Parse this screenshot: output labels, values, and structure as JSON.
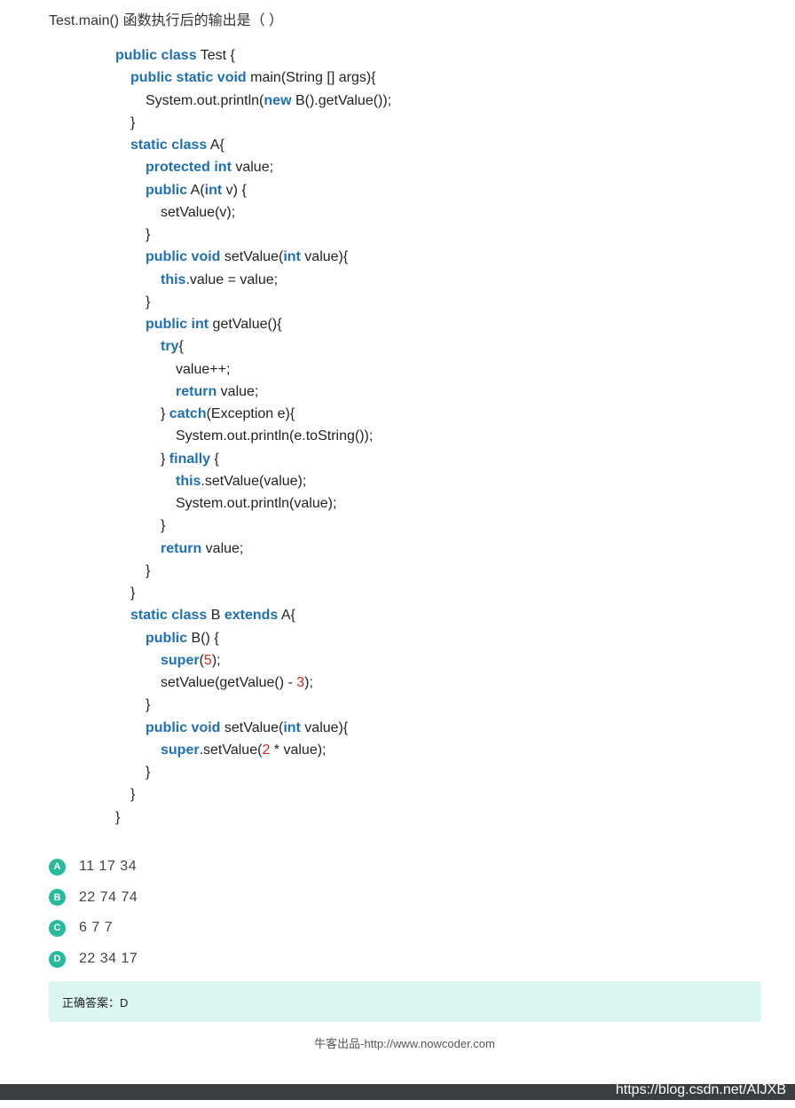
{
  "question": "Test.main() 函数执行后的输出是（ ）",
  "code_lines": [
    {
      "indent": 0,
      "tokens": [
        {
          "t": "public class",
          "k": "kw"
        },
        {
          "t": " Test {"
        }
      ]
    },
    {
      "indent": 1,
      "tokens": [
        {
          "t": "public static void",
          "k": "kw"
        },
        {
          "t": " main(String [] args){"
        }
      ]
    },
    {
      "indent": 2,
      "tokens": [
        {
          "t": "System.out.println("
        },
        {
          "t": "new",
          "k": "kw"
        },
        {
          "t": " B().getValue());"
        }
      ]
    },
    {
      "indent": 1,
      "tokens": [
        {
          "t": "}"
        }
      ]
    },
    {
      "indent": 1,
      "tokens": [
        {
          "t": "static class",
          "k": "kw"
        },
        {
          "t": " A{"
        }
      ]
    },
    {
      "indent": 2,
      "tokens": [
        {
          "t": "protected int",
          "k": "kw"
        },
        {
          "t": " value;"
        }
      ]
    },
    {
      "indent": 2,
      "tokens": [
        {
          "t": "public",
          "k": "kw"
        },
        {
          "t": " A("
        },
        {
          "t": "int",
          "k": "kw"
        },
        {
          "t": " v) {"
        }
      ]
    },
    {
      "indent": 3,
      "tokens": [
        {
          "t": "setValue(v);"
        }
      ]
    },
    {
      "indent": 2,
      "tokens": [
        {
          "t": "}"
        }
      ]
    },
    {
      "indent": 2,
      "tokens": [
        {
          "t": "public void",
          "k": "kw"
        },
        {
          "t": " setValue("
        },
        {
          "t": "int",
          "k": "kw"
        },
        {
          "t": " value){"
        }
      ]
    },
    {
      "indent": 3,
      "tokens": [
        {
          "t": "this",
          "k": "kw"
        },
        {
          "t": ".value = value;"
        }
      ]
    },
    {
      "indent": 2,
      "tokens": [
        {
          "t": "}"
        }
      ]
    },
    {
      "indent": 2,
      "tokens": [
        {
          "t": "public int",
          "k": "kw"
        },
        {
          "t": " getValue(){"
        }
      ]
    },
    {
      "indent": 3,
      "tokens": [
        {
          "t": "try",
          "k": "kw"
        },
        {
          "t": "{"
        }
      ]
    },
    {
      "indent": 4,
      "tokens": [
        {
          "t": "value++;"
        }
      ]
    },
    {
      "indent": 4,
      "tokens": [
        {
          "t": "return",
          "k": "kw"
        },
        {
          "t": " value;"
        }
      ]
    },
    {
      "indent": 3,
      "tokens": [
        {
          "t": "} "
        },
        {
          "t": "catch",
          "k": "kw"
        },
        {
          "t": "(Exception e){"
        }
      ]
    },
    {
      "indent": 4,
      "tokens": [
        {
          "t": "System.out.println(e.toString());"
        }
      ]
    },
    {
      "indent": 3,
      "tokens": [
        {
          "t": "} "
        },
        {
          "t": "finally",
          "k": "kw"
        },
        {
          "t": " {"
        }
      ]
    },
    {
      "indent": 4,
      "tokens": [
        {
          "t": "this",
          "k": "kw"
        },
        {
          "t": ".setValue(value);"
        }
      ]
    },
    {
      "indent": 4,
      "tokens": [
        {
          "t": "System.out.println(value);"
        }
      ]
    },
    {
      "indent": 3,
      "tokens": [
        {
          "t": "}"
        }
      ]
    },
    {
      "indent": 3,
      "tokens": [
        {
          "t": "return",
          "k": "kw"
        },
        {
          "t": " value;"
        }
      ]
    },
    {
      "indent": 2,
      "tokens": [
        {
          "t": "}"
        }
      ]
    },
    {
      "indent": 1,
      "tokens": [
        {
          "t": "}"
        }
      ]
    },
    {
      "indent": 1,
      "tokens": [
        {
          "t": "static class",
          "k": "kw"
        },
        {
          "t": " B "
        },
        {
          "t": "extends",
          "k": "kw"
        },
        {
          "t": " A{"
        }
      ]
    },
    {
      "indent": 2,
      "tokens": [
        {
          "t": "public",
          "k": "kw"
        },
        {
          "t": " B() {"
        }
      ]
    },
    {
      "indent": 3,
      "tokens": [
        {
          "t": "super",
          "k": "kw"
        },
        {
          "t": "("
        },
        {
          "t": "5",
          "k": "num"
        },
        {
          "t": ");"
        }
      ]
    },
    {
      "indent": 3,
      "tokens": [
        {
          "t": "setValue(getValue() - "
        },
        {
          "t": "3",
          "k": "num"
        },
        {
          "t": ");"
        }
      ]
    },
    {
      "indent": 2,
      "tokens": [
        {
          "t": "}"
        }
      ]
    },
    {
      "indent": 2,
      "tokens": [
        {
          "t": "public void",
          "k": "kw"
        },
        {
          "t": " setValue("
        },
        {
          "t": "int",
          "k": "kw"
        },
        {
          "t": " value){"
        }
      ]
    },
    {
      "indent": 3,
      "tokens": [
        {
          "t": "super",
          "k": "kw"
        },
        {
          "t": ".setValue("
        },
        {
          "t": "2",
          "k": "num"
        },
        {
          "t": " * value);"
        }
      ]
    },
    {
      "indent": 2,
      "tokens": [
        {
          "t": "}"
        }
      ]
    },
    {
      "indent": 1,
      "tokens": [
        {
          "t": "}"
        }
      ]
    },
    {
      "indent": 0,
      "tokens": [
        {
          "t": "}"
        }
      ]
    }
  ],
  "options": [
    {
      "letter": "A",
      "text": "11 17 34"
    },
    {
      "letter": "B",
      "text": "22 74 74"
    },
    {
      "letter": "C",
      "text": "6 7 7"
    },
    {
      "letter": "D",
      "text": "22 34 17"
    }
  ],
  "answer": "正确答案：D",
  "footer": "牛客出品-http://www.nowcoder.com",
  "watermark": "https://blog.csdn.net/AIJXB",
  "colors": {
    "keyword": "#1f6fb5",
    "number": "#d9281c",
    "badge": "#25bb9b",
    "answer_bg": "#dbf5f0"
  }
}
